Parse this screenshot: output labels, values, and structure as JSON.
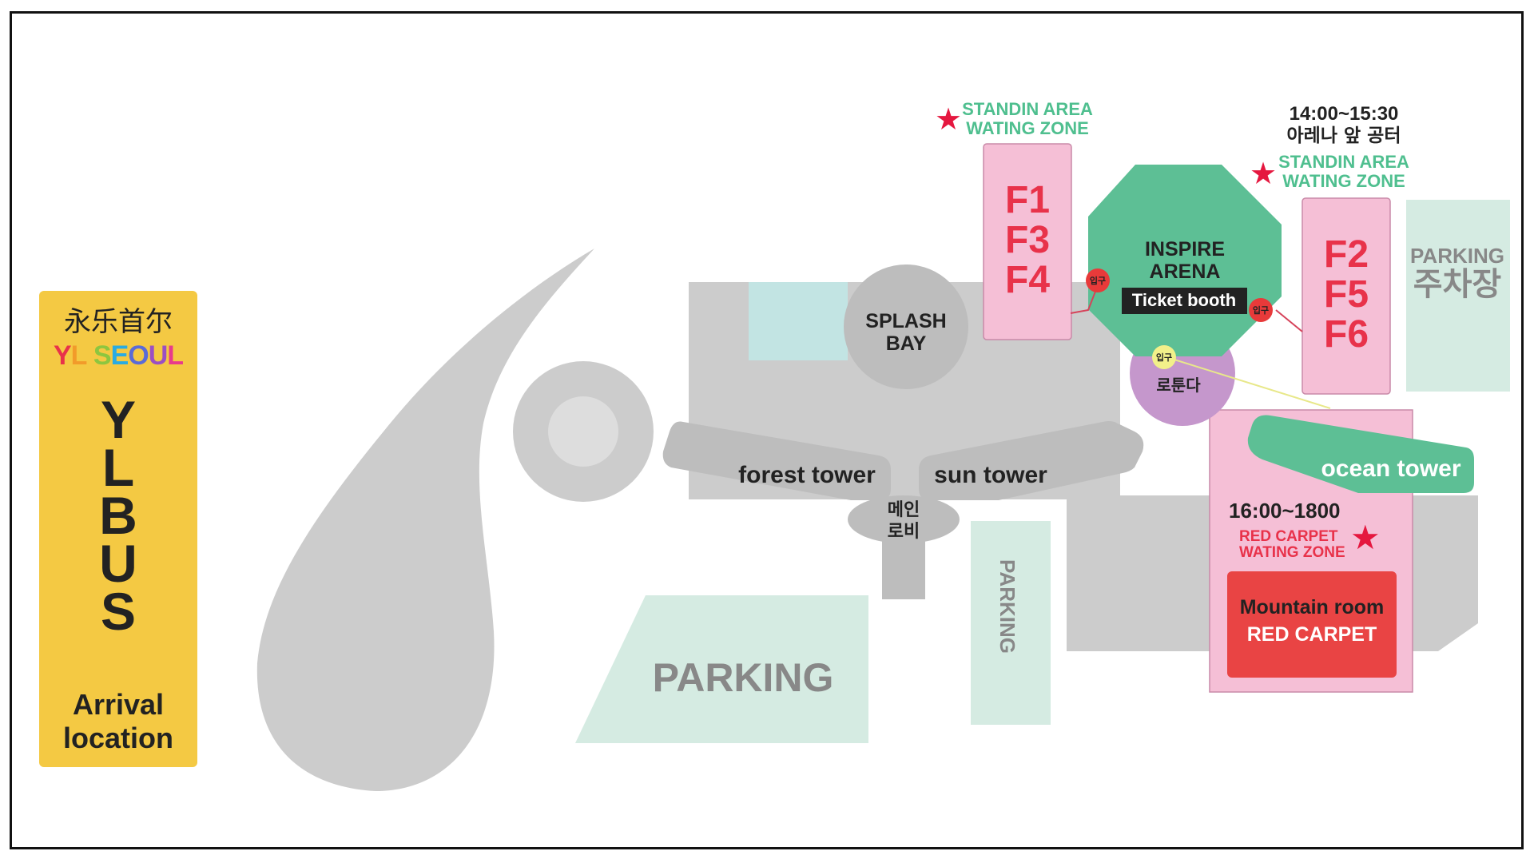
{
  "colors": {
    "building": "#cccccc",
    "parking": "#d5ebe2",
    "arena": "#5dbf95",
    "zone_pink": "#f5bfd6",
    "red_carpet": "#e94444",
    "rotunda": "#c597cc",
    "pool": "#c2e4e3",
    "bus_panel": "#f4c943",
    "accent_green": "#4fbf8f",
    "accent_red": "#e8324a",
    "entry_red": "#e83a3a",
    "entry_yellow": "#f2f08a"
  },
  "icons": {
    "waiting_marker": "star-icon"
  },
  "bus": {
    "chinese": "永乐首尔",
    "brand_letters": [
      "Y",
      "L",
      " ",
      "S",
      "E",
      "O",
      "U",
      "L"
    ],
    "brand_colors": [
      "#e8324a",
      "#f29b2a",
      "#ffffff",
      "#8dc63f",
      "#29abe2",
      "#5b6bd6",
      "#9b4fc4",
      "#e83a8c"
    ],
    "lines": [
      "Y",
      "L",
      "B",
      "U",
      "S"
    ],
    "arrival": "Arrival",
    "location": "location"
  },
  "buildings": {
    "splash_bay_1": "SPLASH",
    "splash_bay_2": "BAY",
    "forest_tower": "forest tower",
    "sun_tower": "sun tower",
    "main_lobby_1": "메인",
    "main_lobby_2": "로비",
    "rotunda": "로툰다",
    "ocean_tower": "ocean tower",
    "arena_1": "INSPIRE",
    "arena_2": "ARENA",
    "ticket_booth": "Ticket booth"
  },
  "parking": {
    "large": "PARKING",
    "vertical": "PARKING",
    "right_en": "PARKING",
    "right_ko": "주차장"
  },
  "zones": {
    "left_lines": [
      "F1",
      "F3",
      "F4"
    ],
    "left_caption_1": "STANDIN AREA",
    "left_caption_2": "WATING ZONE",
    "right_lines": [
      "F2",
      "F5",
      "F6"
    ],
    "right_time": "14:00~15:30",
    "right_place": "아레나 앞 공터",
    "right_caption_1": "STANDIN AREA",
    "right_caption_2": "WATING ZONE",
    "carpet_time": "16:00~1800",
    "carpet_caption_1": "RED CARPET",
    "carpet_caption_2": "WATING ZONE",
    "mountain_room": "Mountain room",
    "red_carpet": "RED CARPET"
  },
  "entrances": {
    "arena_left": "입구",
    "arena_right": "입구",
    "rotunda": "입구"
  }
}
